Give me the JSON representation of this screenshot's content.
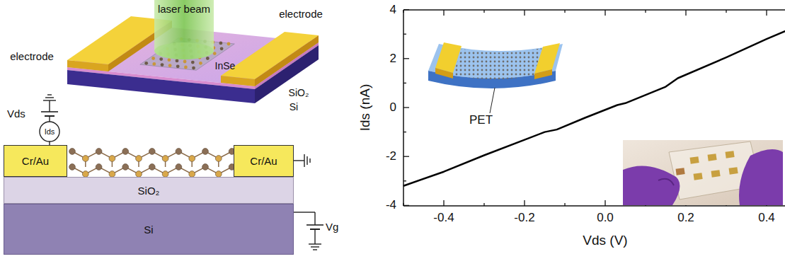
{
  "diagram": {
    "nodes": [
      {
        "text": [
          "Cr/Au"
        ]
      },
      {
        "text": [
          "Cr/Au"
        ]
      },
      {
        "text": [
          "SiO₂"
        ]
      },
      {
        "text": [
          "Si"
        ]
      }
    ],
    "labels": [
      "laser beam",
      "electrode",
      "electrode",
      "InSe",
      "SiO₂",
      "Si",
      "Vds",
      "Ids",
      "Vg",
      "PET",
      "4",
      "2",
      "0",
      "-2",
      "-4",
      "-0.4",
      "-0.2",
      "0.0",
      "0.2",
      "0.4",
      "Vds (V)",
      "Ids (nA)"
    ]
  }
}
